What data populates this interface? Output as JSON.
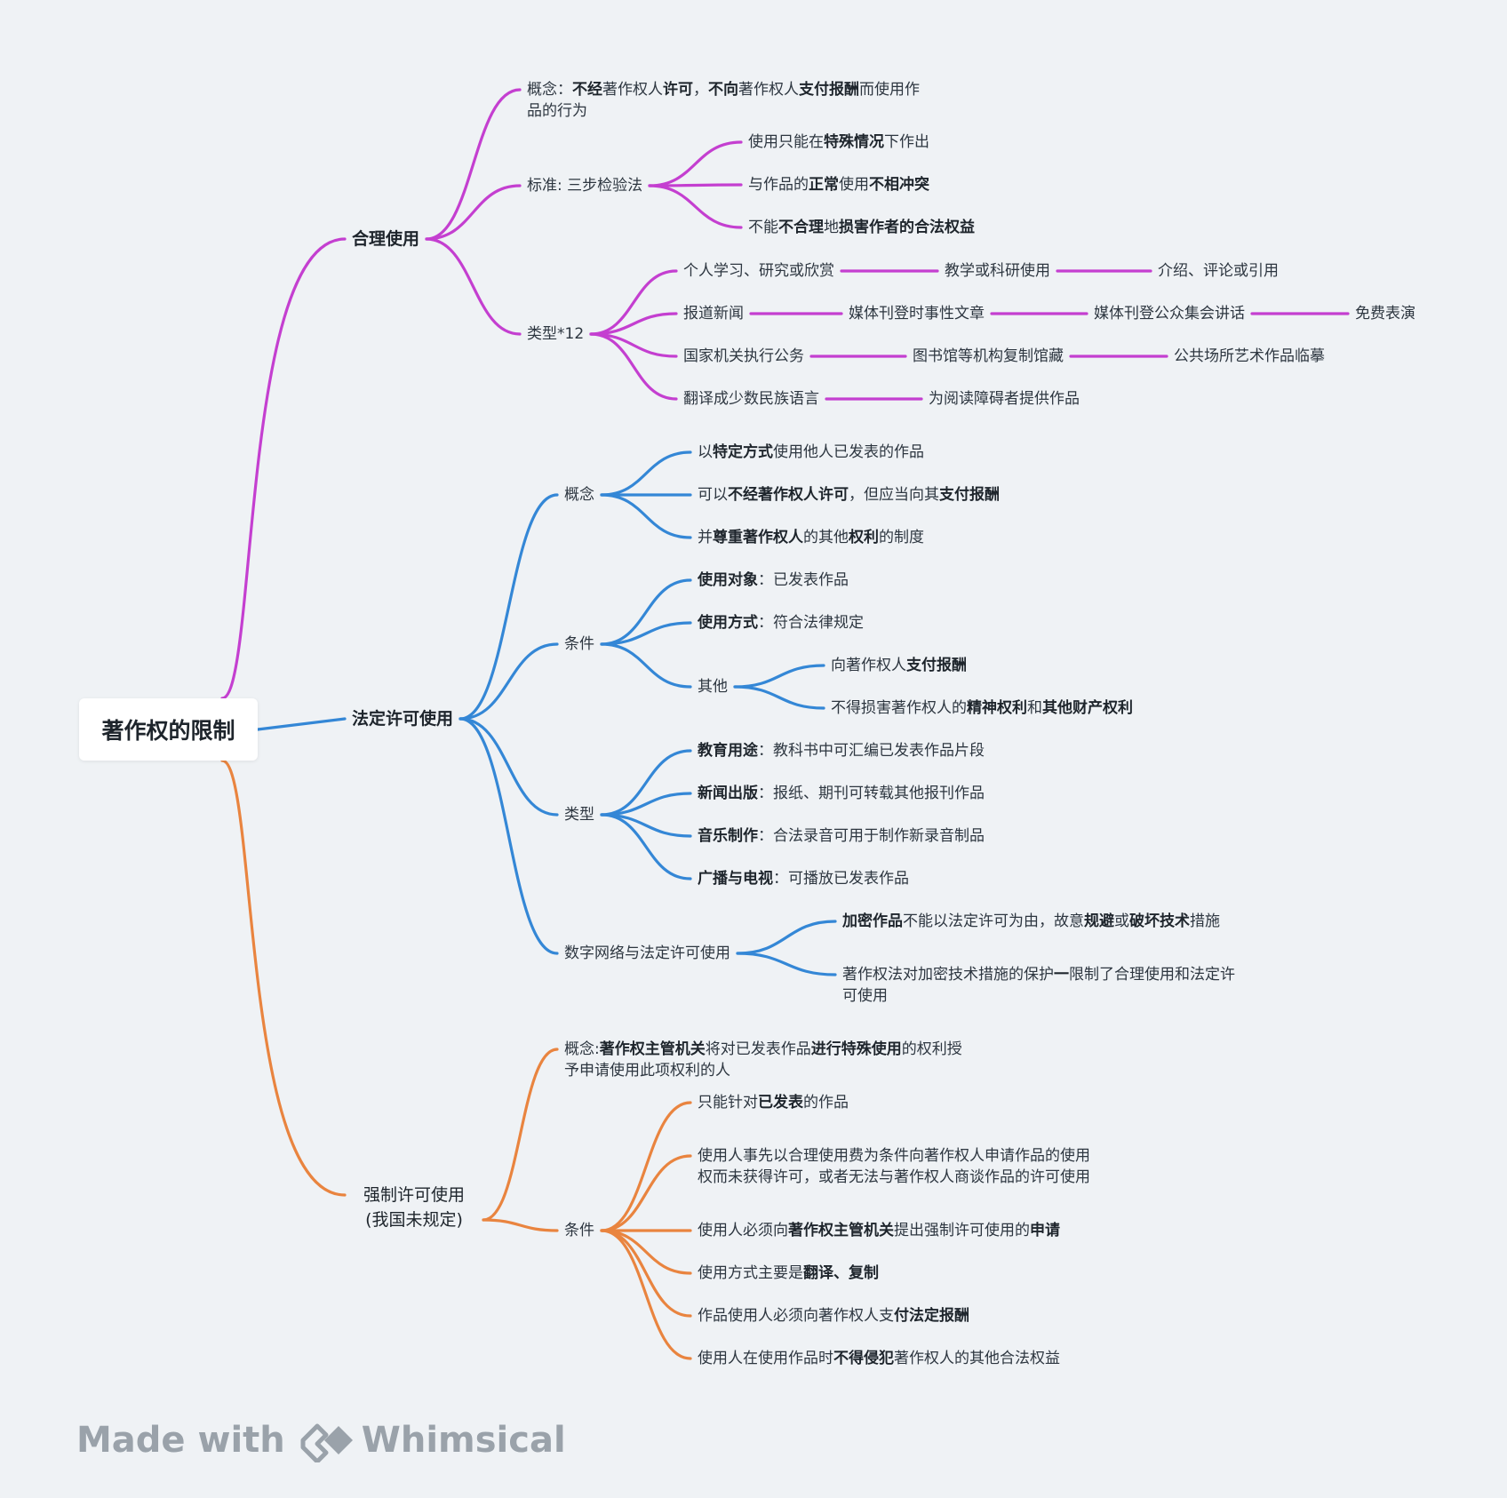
{
  "root": {
    "label": "著作权的限制"
  },
  "colors": {
    "fair_use": "#c43fd0",
    "statutory": "#3487d6",
    "compulsory": "#e9843f",
    "background": "#eff2f5"
  },
  "nodes": [
    {
      "id": "n1",
      "segs": [
        {
          "t": "合理使用",
          "b": true
        }
      ],
      "main": true
    },
    {
      "id": "n1a",
      "segs": [
        {
          "t": "概念："
        },
        {
          "t": "不经",
          "b": true
        },
        {
          "t": "著作权人"
        },
        {
          "t": "许可",
          "b": true
        },
        {
          "t": "，"
        },
        {
          "t": "不向",
          "b": true
        },
        {
          "t": "著作权人"
        },
        {
          "t": "支付报酬",
          "b": true
        },
        {
          "t": "而使用作品的行为"
        }
      ]
    },
    {
      "id": "n1b",
      "segs": [
        {
          "t": "标准: 三步检验法"
        }
      ]
    },
    {
      "id": "n1b1",
      "segs": [
        {
          "t": "使用只能在"
        },
        {
          "t": "特殊情况",
          "b": true
        },
        {
          "t": "下作出"
        }
      ]
    },
    {
      "id": "n1b2",
      "segs": [
        {
          "t": "与作品的"
        },
        {
          "t": "正常",
          "b": true
        },
        {
          "t": "使用"
        },
        {
          "t": "不相冲突",
          "b": true
        }
      ]
    },
    {
      "id": "n1b3",
      "segs": [
        {
          "t": "不能"
        },
        {
          "t": "不合理",
          "b": true
        },
        {
          "t": "地"
        },
        {
          "t": "损害作者的合法权益",
          "b": true
        }
      ]
    },
    {
      "id": "n1c",
      "segs": [
        {
          "t": "类型*12"
        }
      ]
    },
    {
      "id": "t1",
      "segs": [
        {
          "t": "个人学习、研究或欣赏"
        }
      ]
    },
    {
      "id": "t2",
      "segs": [
        {
          "t": "教学或科研使用"
        }
      ]
    },
    {
      "id": "t3",
      "segs": [
        {
          "t": "介绍、评论或引用"
        }
      ]
    },
    {
      "id": "t4",
      "segs": [
        {
          "t": "报道新闻"
        }
      ]
    },
    {
      "id": "t5",
      "segs": [
        {
          "t": "媒体刊登时事性文章"
        }
      ]
    },
    {
      "id": "t6",
      "segs": [
        {
          "t": "媒体刊登公众集会讲话"
        }
      ]
    },
    {
      "id": "t7",
      "segs": [
        {
          "t": "免费表演"
        }
      ]
    },
    {
      "id": "t8",
      "segs": [
        {
          "t": "国家机关执行公务"
        }
      ]
    },
    {
      "id": "t9",
      "segs": [
        {
          "t": "图书馆等机构复制馆藏"
        }
      ]
    },
    {
      "id": "t10",
      "segs": [
        {
          "t": "公共场所艺术作品临摹"
        }
      ]
    },
    {
      "id": "t11",
      "segs": [
        {
          "t": "翻译成少数民族语言"
        }
      ]
    },
    {
      "id": "t12",
      "segs": [
        {
          "t": "为阅读障碍者提供作品"
        }
      ]
    },
    {
      "id": "n2",
      "segs": [
        {
          "t": "法定许可使用",
          "b": true
        }
      ],
      "main": true
    },
    {
      "id": "n2a",
      "segs": [
        {
          "t": "概念"
        }
      ]
    },
    {
      "id": "n2a1",
      "segs": [
        {
          "t": "以"
        },
        {
          "t": "特定方式",
          "b": true
        },
        {
          "t": "使用他人已发表的作品"
        }
      ]
    },
    {
      "id": "n2a2",
      "segs": [
        {
          "t": "可以"
        },
        {
          "t": "不经著作权人许可",
          "b": true
        },
        {
          "t": "，但应当向其"
        },
        {
          "t": "支付报酬",
          "b": true
        }
      ]
    },
    {
      "id": "n2a3",
      "segs": [
        {
          "t": "并"
        },
        {
          "t": "尊重著作权人",
          "b": true
        },
        {
          "t": "的其他"
        },
        {
          "t": "权利",
          "b": true
        },
        {
          "t": "的制度"
        }
      ]
    },
    {
      "id": "n2b",
      "segs": [
        {
          "t": "条件"
        }
      ]
    },
    {
      "id": "n2b1",
      "segs": [
        {
          "t": "使用对象",
          "b": true
        },
        {
          "t": "：已发表作品"
        }
      ]
    },
    {
      "id": "n2b2",
      "segs": [
        {
          "t": "使用方式",
          "b": true
        },
        {
          "t": "：符合法律规定"
        }
      ]
    },
    {
      "id": "n2b3",
      "segs": [
        {
          "t": "其他"
        }
      ]
    },
    {
      "id": "n2b3a",
      "segs": [
        {
          "t": "向著作权人"
        },
        {
          "t": "支付报酬",
          "b": true
        }
      ]
    },
    {
      "id": "n2b3b",
      "segs": [
        {
          "t": "不得损害著作权人的"
        },
        {
          "t": "精神权利",
          "b": true
        },
        {
          "t": "和"
        },
        {
          "t": "其他财产权利",
          "b": true
        }
      ]
    },
    {
      "id": "n2c",
      "segs": [
        {
          "t": "类型"
        }
      ]
    },
    {
      "id": "n2c1",
      "segs": [
        {
          "t": "教育用途",
          "b": true
        },
        {
          "t": "：教科书中可汇编已发表作品片段"
        }
      ]
    },
    {
      "id": "n2c2",
      "segs": [
        {
          "t": "新闻出版",
          "b": true
        },
        {
          "t": "：报纸、期刊可转载其他报刊作品"
        }
      ]
    },
    {
      "id": "n2c3",
      "segs": [
        {
          "t": "音乐制作",
          "b": true
        },
        {
          "t": "：合法录音可用于制作新录音制品"
        }
      ]
    },
    {
      "id": "n2c4",
      "segs": [
        {
          "t": "广播与电视",
          "b": true
        },
        {
          "t": "：可播放已发表作品"
        }
      ]
    },
    {
      "id": "n2d",
      "segs": [
        {
          "t": "数字网络与法定许可使用"
        }
      ]
    },
    {
      "id": "n2d1",
      "segs": [
        {
          "t": "加密作品",
          "b": true
        },
        {
          "t": "不能以法定许可为由，故意"
        },
        {
          "t": "规避",
          "b": true
        },
        {
          "t": "或"
        },
        {
          "t": "破坏技术",
          "b": true
        },
        {
          "t": "措施"
        }
      ]
    },
    {
      "id": "n2d2",
      "segs": [
        {
          "t": "著作权法对加密技术措施的保护"
        },
        {
          "t": "一",
          "b": true
        },
        {
          "t": "限制了合理使用和法定许可使用"
        }
      ]
    },
    {
      "id": "n3",
      "segs": [
        {
          "t": "强制许可使用 (我国未规定)"
        }
      ],
      "main": true
    },
    {
      "id": "n3a",
      "segs": [
        {
          "t": "概念:"
        },
        {
          "t": "著作权主管机关",
          "b": true
        },
        {
          "t": "将对已发表作品"
        },
        {
          "t": "进行特殊使用",
          "b": true
        },
        {
          "t": "的权利授予申请使用此项权利的人"
        }
      ]
    },
    {
      "id": "n3b",
      "segs": [
        {
          "t": "条件"
        }
      ]
    },
    {
      "id": "n3b1",
      "segs": [
        {
          "t": "只能针对"
        },
        {
          "t": "已发表",
          "b": true
        },
        {
          "t": "的作品"
        }
      ]
    },
    {
      "id": "n3b2",
      "segs": [
        {
          "t": "使用人事先以合理使用费为条件向著作权人申请作品的使用权而未获得许可，或者无法与著作权人商谈作品的许可使用"
        }
      ]
    },
    {
      "id": "n3b3",
      "segs": [
        {
          "t": "使用人必须向"
        },
        {
          "t": "著作权主管机关",
          "b": true
        },
        {
          "t": "提出强制许可使用的"
        },
        {
          "t": "申请",
          "b": true
        }
      ]
    },
    {
      "id": "n3b4",
      "segs": [
        {
          "t": "使用方式主要是"
        },
        {
          "t": "翻译、复制",
          "b": true
        }
      ]
    },
    {
      "id": "n3b5",
      "segs": [
        {
          "t": "作品使用人必须向著作权人支"
        },
        {
          "t": "付法定报酬",
          "b": true
        }
      ]
    },
    {
      "id": "n3b6",
      "segs": [
        {
          "t": "使用人在使用作品时"
        },
        {
          "t": "不得侵犯",
          "b": true
        },
        {
          "t": "著作权人的其他合法权益"
        }
      ]
    }
  ],
  "footer": {
    "made_with": "Made with",
    "brand": "Whimsical"
  }
}
